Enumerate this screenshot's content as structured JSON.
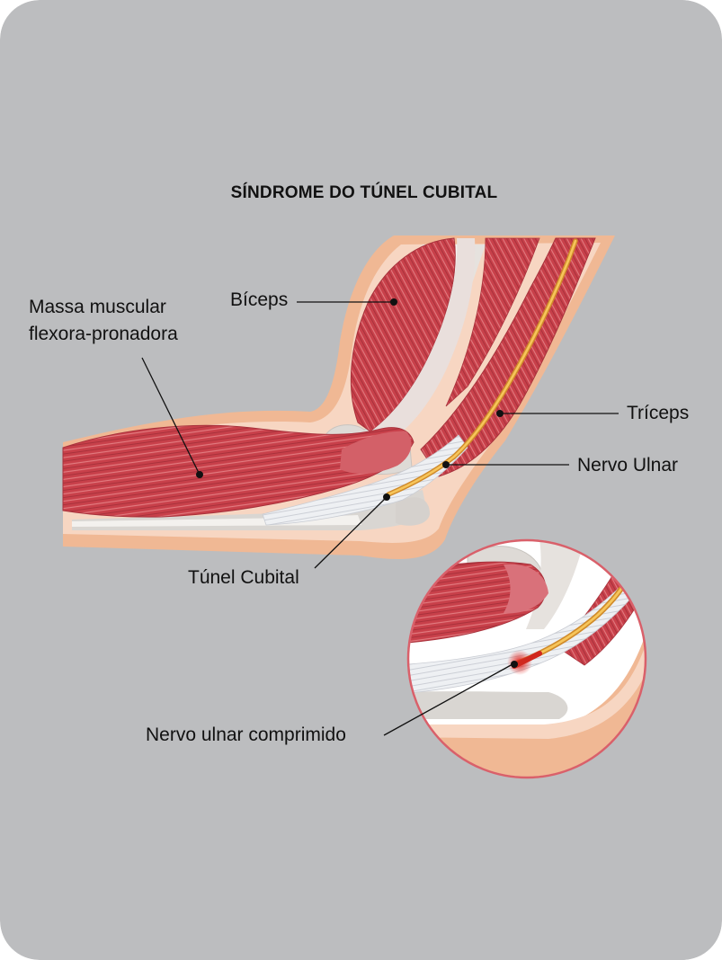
{
  "title": "SÍNDROME DO TÚNEL CUBITAL",
  "labels": {
    "flexor_mass_line1": "Massa muscular",
    "flexor_mass_line2": "flexora-pronadora",
    "biceps": "Bíceps",
    "triceps": "Tríceps",
    "ulnar_nerve": "Nervo Ulnar",
    "cubital_tunnel": "Túnel Cubital",
    "compressed_nerve": "Nervo ulnar comprimido"
  },
  "colors": {
    "background": "#bcbdbf",
    "skin": "#f0b894",
    "skin_inner": "#f7d6c2",
    "muscle": "#c8404a",
    "muscle_dark": "#a8323c",
    "muscle_light": "#e27b80",
    "tendon": "#eceef2",
    "bone": "#d8d6d3",
    "nerve": "#f2a93b",
    "compression": "#e0201a",
    "inset_border": "#d9606a"
  }
}
